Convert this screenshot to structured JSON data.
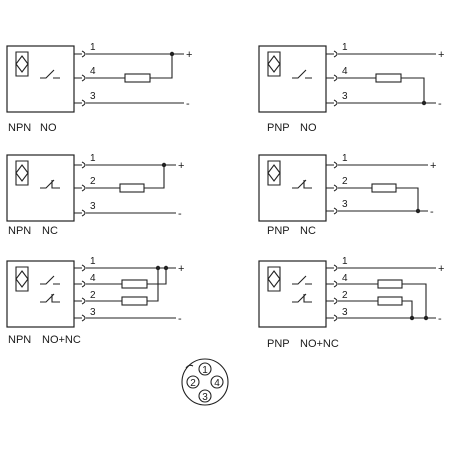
{
  "diagrams": [
    {
      "type_label": "NPN",
      "mode_label": "NO",
      "terminals": [
        {
          "num": "1",
          "sign": "+"
        },
        {
          "num": "4",
          "sign": ""
        },
        {
          "num": "3",
          "sign": "-"
        }
      ]
    },
    {
      "type_label": "PNP",
      "mode_label": "NO",
      "terminals": [
        {
          "num": "1",
          "sign": "+"
        },
        {
          "num": "4",
          "sign": ""
        },
        {
          "num": "3",
          "sign": "-"
        }
      ]
    },
    {
      "type_label": "NPN",
      "mode_label": "NC",
      "terminals": [
        {
          "num": "1",
          "sign": "+"
        },
        {
          "num": "2",
          "sign": ""
        },
        {
          "num": "3",
          "sign": "-"
        }
      ]
    },
    {
      "type_label": "PNP",
      "mode_label": "NC",
      "terminals": [
        {
          "num": "1",
          "sign": "+"
        },
        {
          "num": "2",
          "sign": ""
        },
        {
          "num": "3",
          "sign": "-"
        }
      ]
    },
    {
      "type_label": "NPN",
      "mode_label": "NO+NC",
      "terminals": [
        {
          "num": "1",
          "sign": "+"
        },
        {
          "num": "4",
          "sign": ""
        },
        {
          "num": "2",
          "sign": ""
        },
        {
          "num": "3",
          "sign": "-"
        }
      ]
    },
    {
      "type_label": "PNP",
      "mode_label": "NO+NC",
      "terminals": [
        {
          "num": "1",
          "sign": "+"
        },
        {
          "num": "4",
          "sign": ""
        },
        {
          "num": "2",
          "sign": ""
        },
        {
          "num": "3",
          "sign": "-"
        }
      ]
    }
  ],
  "connector": {
    "pins": [
      "1",
      "2",
      "3",
      "4"
    ]
  }
}
